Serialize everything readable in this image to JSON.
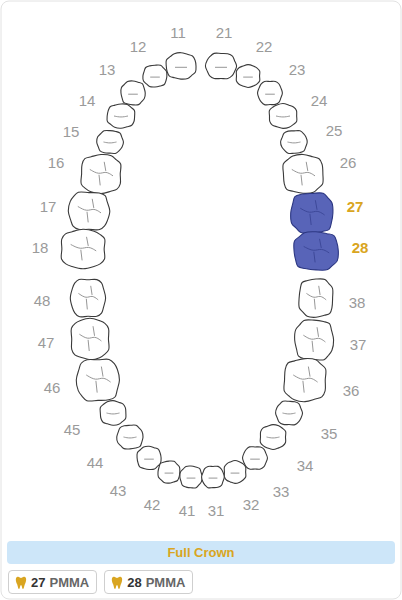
{
  "diagram": {
    "nodes": [
      {
        "text": [
          "Full Crown"
        ]
      },
      {
        "text": [
          "27",
          "PMMA"
        ]
      },
      {
        "text": [
          "28",
          "PMMA"
        ]
      }
    ],
    "labels": [
      "11",
      "21",
      "12",
      "22",
      "13",
      "23",
      "14",
      "24",
      "15",
      "25",
      "16",
      "26",
      "17",
      "27",
      "18",
      "28",
      "48",
      "38",
      "47",
      "37",
      "46",
      "36",
      "45",
      "35",
      "44",
      "34",
      "43",
      "33",
      "42",
      "32",
      "41",
      "31"
    ]
  }
}
